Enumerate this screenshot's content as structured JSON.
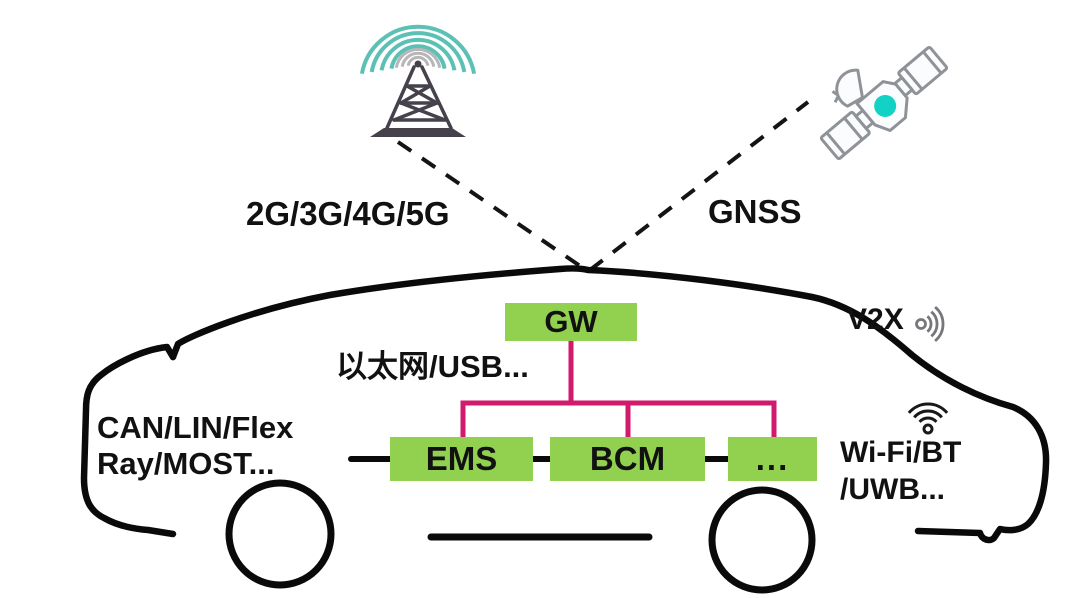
{
  "diagram": {
    "background": "#ffffff",
    "colors": {
      "node_fill": "#92d050",
      "ethernet_link_pink": "#d11a6d",
      "car_outline_black": "#0a0a0a",
      "tower_signal_teal": "#5cc0b5",
      "satellite_core_teal": "#12d1c5",
      "satellite_outline_gray": "#8f9398",
      "tower_body_gray": "#47414b"
    },
    "nodes": {
      "gateway": "GW",
      "ecus": [
        "EMS",
        "BCM",
        "..."
      ]
    },
    "labels": {
      "cellular": "2G/3G/4G/5G",
      "gnss": "GNSS",
      "backbone": "以太网/USB...",
      "legacy_bus_line1": "CAN/LIN/Flex",
      "legacy_bus_line2": "Ray/MOST...",
      "v2x": "V2X",
      "wireless_line1": "Wi-Fi/BT",
      "wireless_line2": "/UWB..."
    },
    "icons": {
      "cell_tower": "cell-tower-icon",
      "satellite": "satellite-icon",
      "v2x_signal": "v2x-signal-icon",
      "wifi": "wifi-icon"
    }
  }
}
